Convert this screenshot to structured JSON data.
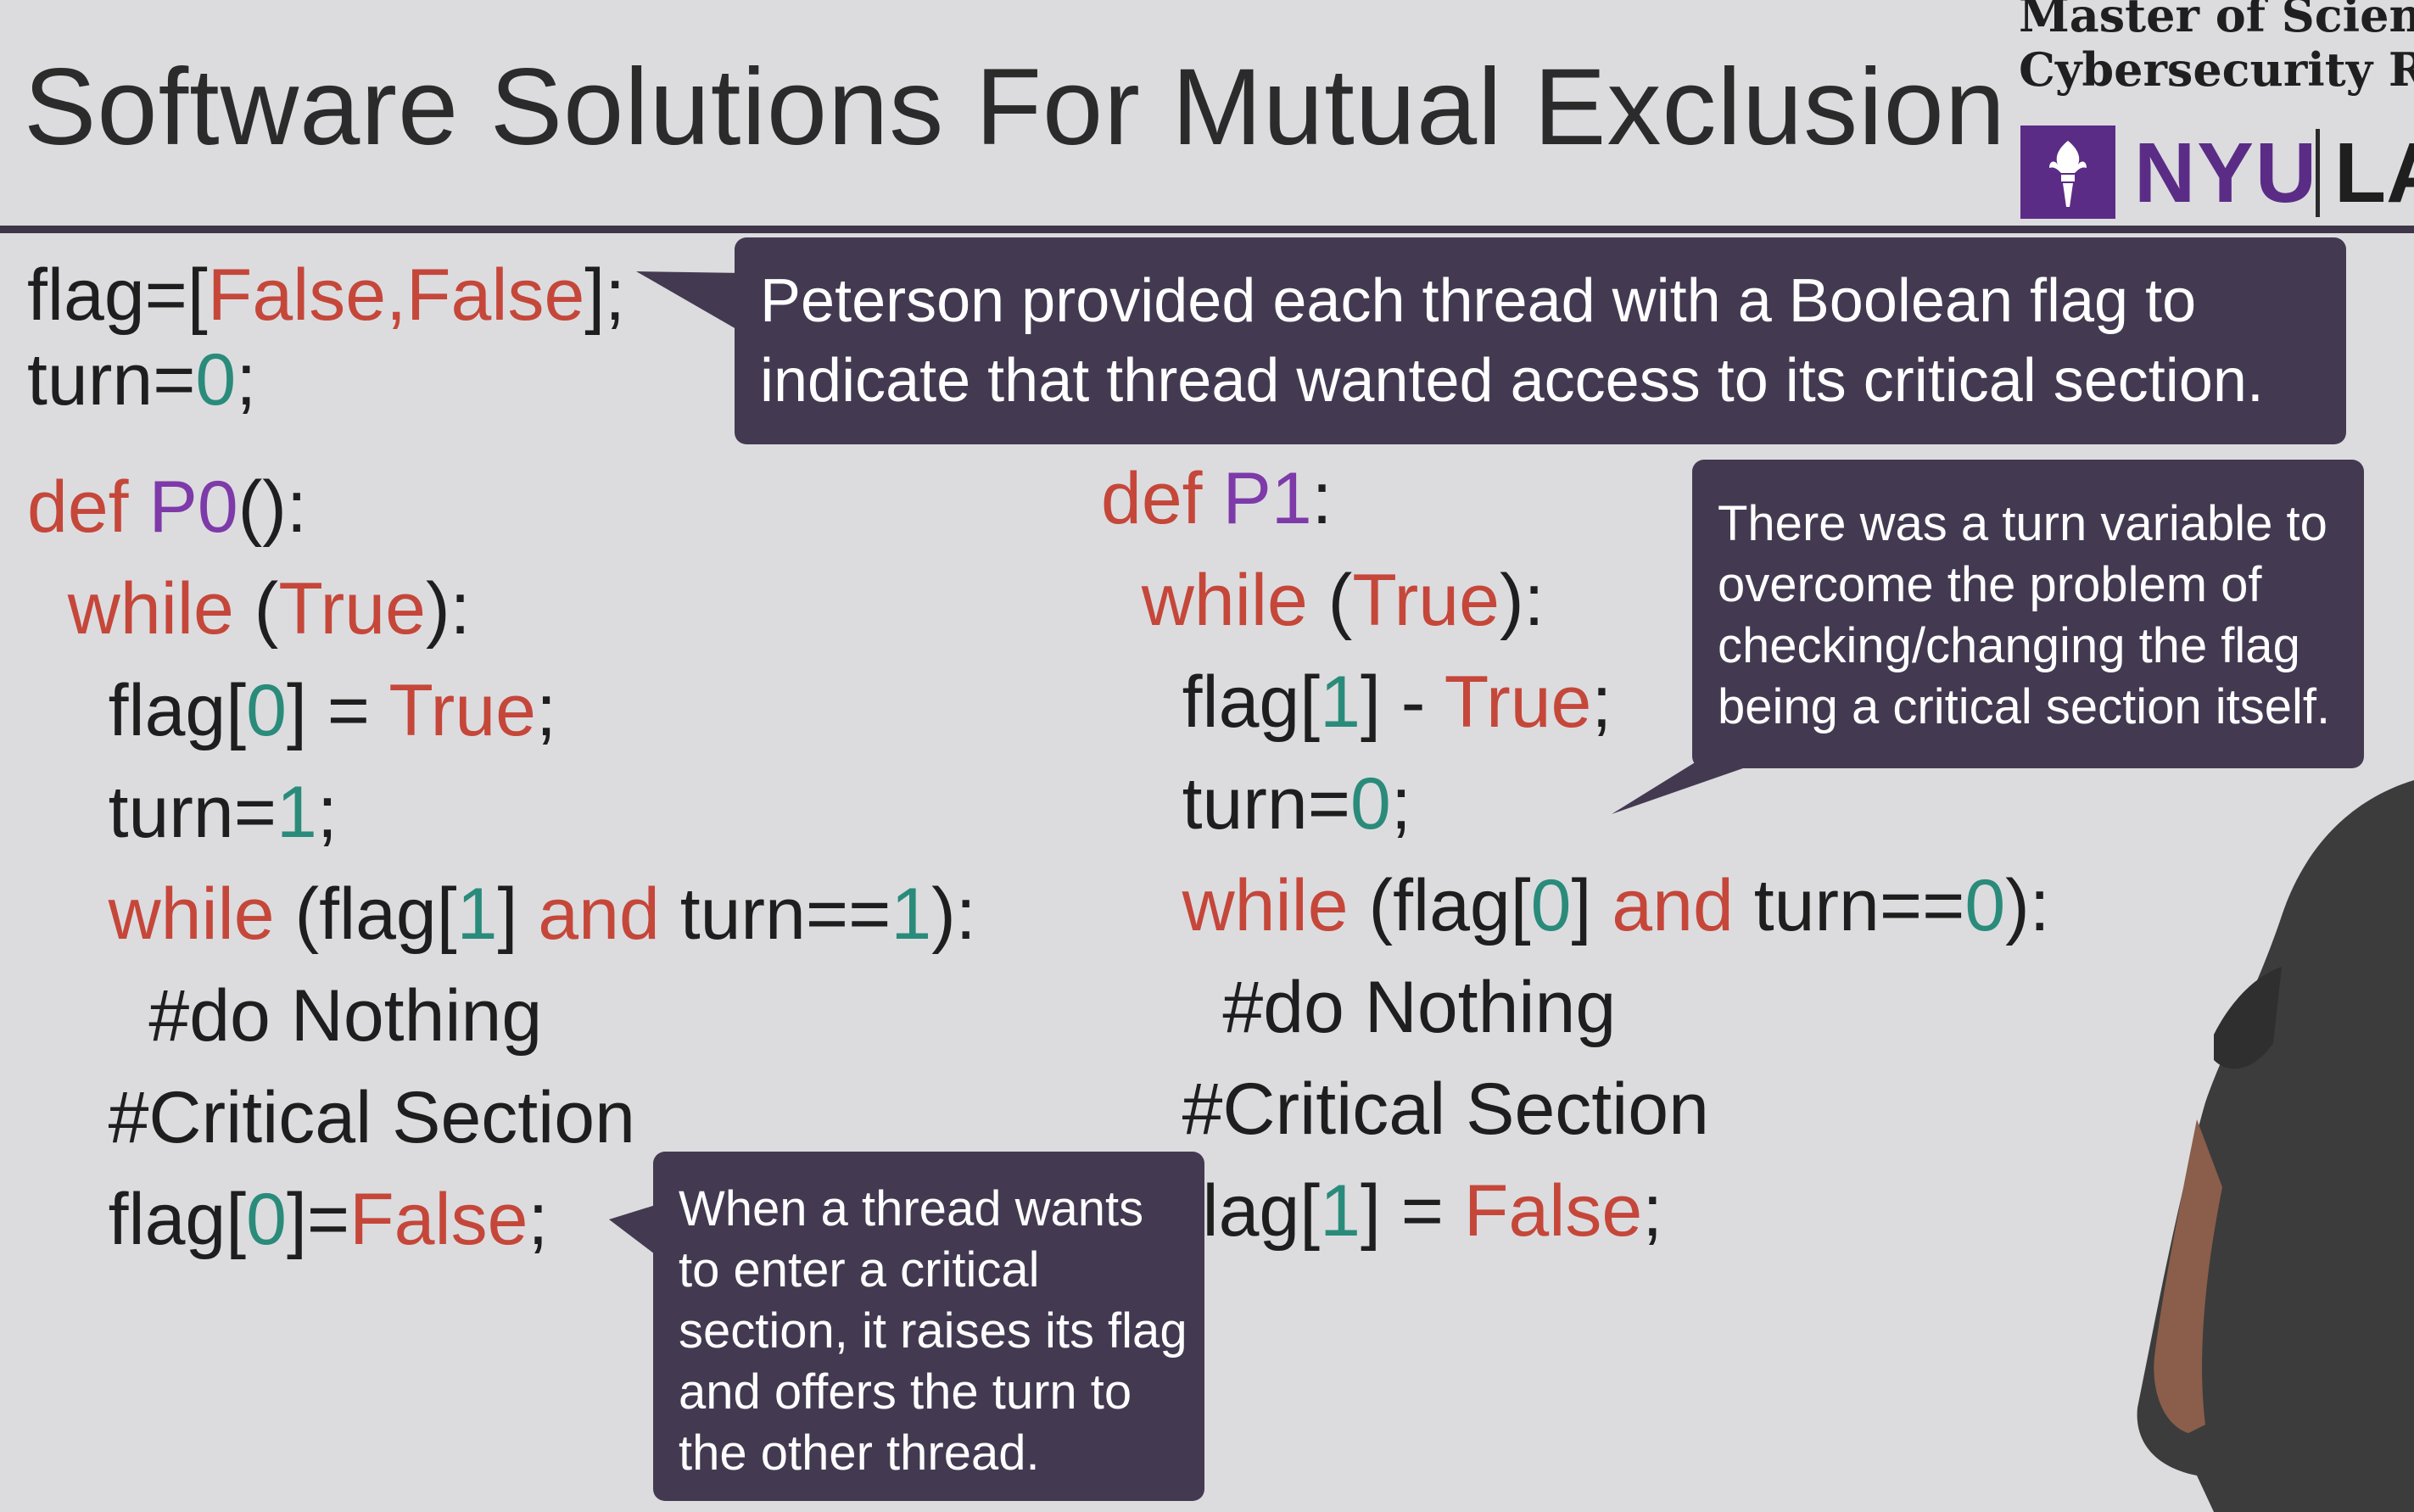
{
  "slide": {
    "title": "Software Solutions For Mutual Exclusion"
  },
  "branding": {
    "line1": "Master of Scienc",
    "line2": "Cybersecurity Ri",
    "nyu": "NYU",
    "la": "LA",
    "brand_color": "#5b2c86",
    "logo_icon": "torch-icon"
  },
  "colors": {
    "keyword": "#c5473a",
    "function": "#7d3aa8",
    "number": "#2a8b7b",
    "callout_bg": "#433a52",
    "header_rule": "#3e3548"
  },
  "code": {
    "globals": [
      [
        {
          "t": "flag=["
        },
        {
          "t": "False,False",
          "c": "kw"
        },
        {
          "t": "];"
        }
      ],
      [
        {
          "t": "turn="
        },
        {
          "t": "0",
          "c": "num"
        },
        {
          "t": ";"
        }
      ]
    ],
    "p0": [
      [
        {
          "t": "def ",
          "c": "kw"
        },
        {
          "t": "P0",
          "c": "fn"
        },
        {
          "t": "():"
        }
      ],
      [
        {
          "t": "  "
        },
        {
          "t": "while",
          "c": "kw"
        },
        {
          "t": " ("
        },
        {
          "t": "True",
          "c": "kw"
        },
        {
          "t": "):"
        }
      ],
      [
        {
          "t": "    flag["
        },
        {
          "t": "0",
          "c": "num"
        },
        {
          "t": "] = "
        },
        {
          "t": "True",
          "c": "kw"
        },
        {
          "t": ";"
        }
      ],
      [
        {
          "t": "    turn="
        },
        {
          "t": "1",
          "c": "num"
        },
        {
          "t": ";"
        }
      ],
      [
        {
          "t": "    "
        },
        {
          "t": "while",
          "c": "kw"
        },
        {
          "t": " (flag["
        },
        {
          "t": "1",
          "c": "num"
        },
        {
          "t": "] "
        },
        {
          "t": "and",
          "c": "kw"
        },
        {
          "t": " turn=="
        },
        {
          "t": "1",
          "c": "num"
        },
        {
          "t": "):"
        }
      ],
      [
        {
          "t": "      #do Nothing"
        }
      ],
      [
        {
          "t": "    #Critical Section"
        }
      ],
      [
        {
          "t": "    flag["
        },
        {
          "t": "0",
          "c": "num"
        },
        {
          "t": "]="
        },
        {
          "t": "False",
          "c": "kw"
        },
        {
          "t": ";"
        }
      ]
    ],
    "p1": [
      [
        {
          "t": "def ",
          "c": "kw"
        },
        {
          "t": "P1",
          "c": "fn"
        },
        {
          "t": ":"
        }
      ],
      [
        {
          "t": "  "
        },
        {
          "t": "while",
          "c": "kw"
        },
        {
          "t": " ("
        },
        {
          "t": "True",
          "c": "kw"
        },
        {
          "t": "):"
        }
      ],
      [
        {
          "t": "    flag["
        },
        {
          "t": "1",
          "c": "num"
        },
        {
          "t": "] - "
        },
        {
          "t": "True",
          "c": "kw"
        },
        {
          "t": ";"
        }
      ],
      [
        {
          "t": "    turn="
        },
        {
          "t": "0",
          "c": "num"
        },
        {
          "t": ";"
        }
      ],
      [
        {
          "t": "    "
        },
        {
          "t": "while",
          "c": "kw"
        },
        {
          "t": " (flag["
        },
        {
          "t": "0",
          "c": "num"
        },
        {
          "t": "] "
        },
        {
          "t": "and",
          "c": "kw"
        },
        {
          "t": " turn=="
        },
        {
          "t": "0",
          "c": "num"
        },
        {
          "t": "):"
        }
      ],
      [
        {
          "t": "      #do Nothing"
        }
      ],
      [
        {
          "t": "    #Critical Section"
        }
      ],
      [
        {
          "t": "    flag["
        },
        {
          "t": "1",
          "c": "num"
        },
        {
          "t": "] = "
        },
        {
          "t": "False",
          "c": "kw"
        },
        {
          "t": ";"
        }
      ]
    ]
  },
  "callouts": {
    "peterson": "Peterson provided each thread with a Boolean flag to\nindicate that thread wanted access to its critical section.",
    "turn_variable": "There was a turn variable to\novercome the problem of\nchecking/changing the flag\nbeing a critical section itself.",
    "enter": "When a thread wants\nto enter a critical\nsection, it raises its flag\nand offers the turn to\nthe other thread."
  }
}
